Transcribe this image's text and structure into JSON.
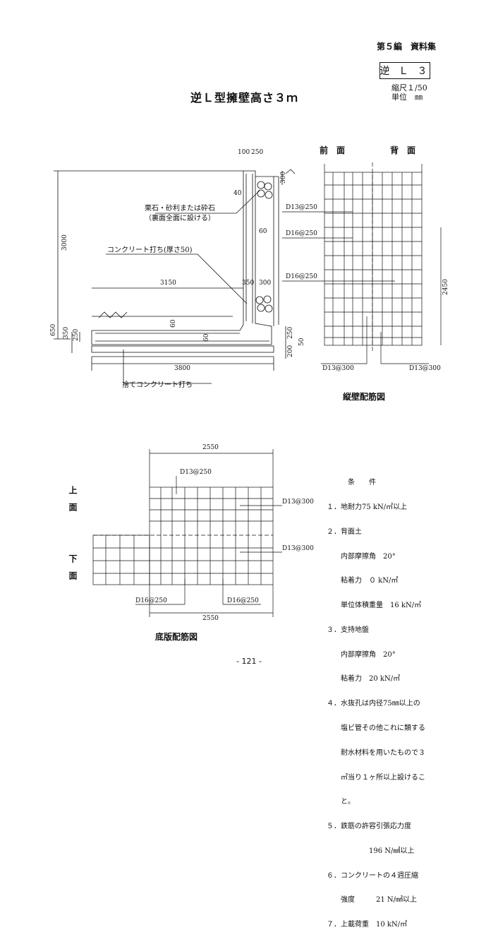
{
  "header": {
    "section": "第５編　資料集"
  },
  "badge": "逆 Ｌ ３",
  "title": "逆Ｌ型擁壁高さ３ｍ",
  "scale": {
    "line1": "縮尺１/50",
    "line2": "単位　㎜"
  },
  "section_drawing": {
    "dims": {
      "top_a": "100",
      "top_b": "250",
      "right_300": "300",
      "d40": "40",
      "d60a": "60",
      "h3000": "3000",
      "w3150": "3150",
      "d350": "350",
      "d300": "300",
      "d60b": "60",
      "d60c": "60",
      "h650": "650",
      "h350": "350",
      "h250l": "250",
      "h250r": "250",
      "h200": "200",
      "h50": "50",
      "w3800": "3800"
    },
    "notes": {
      "gravel": "栗石・砂利または砕石",
      "gravel_sub": "（裏面全面に設ける）",
      "concrete": "コンクリート打ち(厚さ50)",
      "base_concrete": "捨てコンクリート打ち"
    }
  },
  "wall_rebar": {
    "front": "前　面",
    "back": "背　面",
    "labels": [
      "D13@250",
      "D16@250",
      "D16@250",
      "D13@300",
      "D13@300"
    ],
    "dim_2450": "2450",
    "caption": "縦壁配筋図"
  },
  "base_rebar": {
    "dim_top": "2550",
    "dim_bottom": "2550",
    "labels": {
      "top_left": "D13@250",
      "right_top": "D13@300",
      "right_mid": "D13@300",
      "bottom_left": "D16@250",
      "bottom_right": "D16@250"
    },
    "side_upper": "上　面",
    "side_lower": "下　面",
    "caption": "底版配筋図"
  },
  "conditions": {
    "heading": "条　　件",
    "lines": [
      "１．地耐力75 kN/㎡以上",
      "２．背面土",
      "　　内部摩擦角　20°",
      "　　粘着力　０ kN/㎡",
      "　　単位体積重量　16 kN/㎥",
      "３．支持地盤",
      "　　内部摩擦角　20°",
      "　　粘着力　20 kN/㎡",
      "４．水抜孔は内径75㎜以上の",
      "　　塩ビ管その他これに類する",
      "　　耐水材料を用いたもので３",
      "　　㎡当り１ヶ所以上設けるこ",
      "　　と。",
      "５．鉄筋の許容引張応力度",
      "　　　　　　196 N/㎟以上",
      "６．コンクリートの４週圧縮",
      "　　強度　　　21 N/㎟以上",
      "７．上載荷重　10 kN/㎡"
    ]
  },
  "page_number": "- 121 -"
}
